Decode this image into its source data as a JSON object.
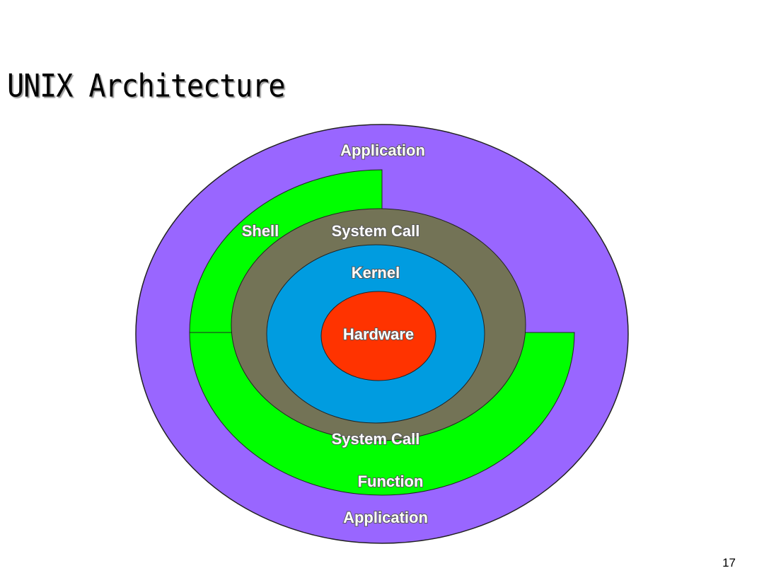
{
  "slide": {
    "title": "UNIX Architecture",
    "page_number": "17"
  },
  "diagram": {
    "layers": {
      "application": {
        "label_top": "Application",
        "label_bottom": "Application",
        "color": "#9966ff"
      },
      "shell": {
        "label": "Shell",
        "color": "#00ff00"
      },
      "library_function": {
        "label": "Function",
        "color": "#00ff00"
      },
      "system_call": {
        "label_top": "System Call",
        "label_bottom": "System Call",
        "color": "#737356"
      },
      "kernel": {
        "label": "Kernel",
        "color": "#009ce0"
      },
      "hardware": {
        "label": "Hardware",
        "color": "#ff3300"
      }
    }
  }
}
